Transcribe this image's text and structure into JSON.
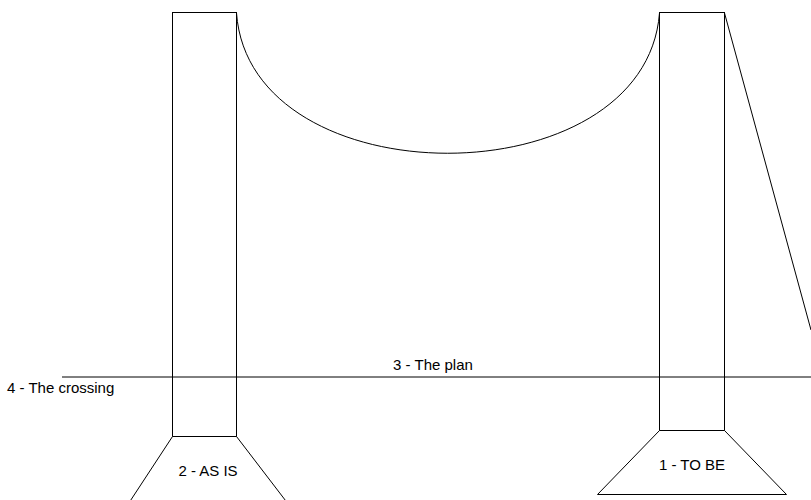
{
  "diagram": {
    "nodes": [
      {
        "text": [
          "2 - AS IS"
        ]
      },
      {
        "text": [
          "1 - TO BE"
        ]
      }
    ],
    "labels": [
      "4 - The crossing",
      "3 - The plan"
    ]
  }
}
